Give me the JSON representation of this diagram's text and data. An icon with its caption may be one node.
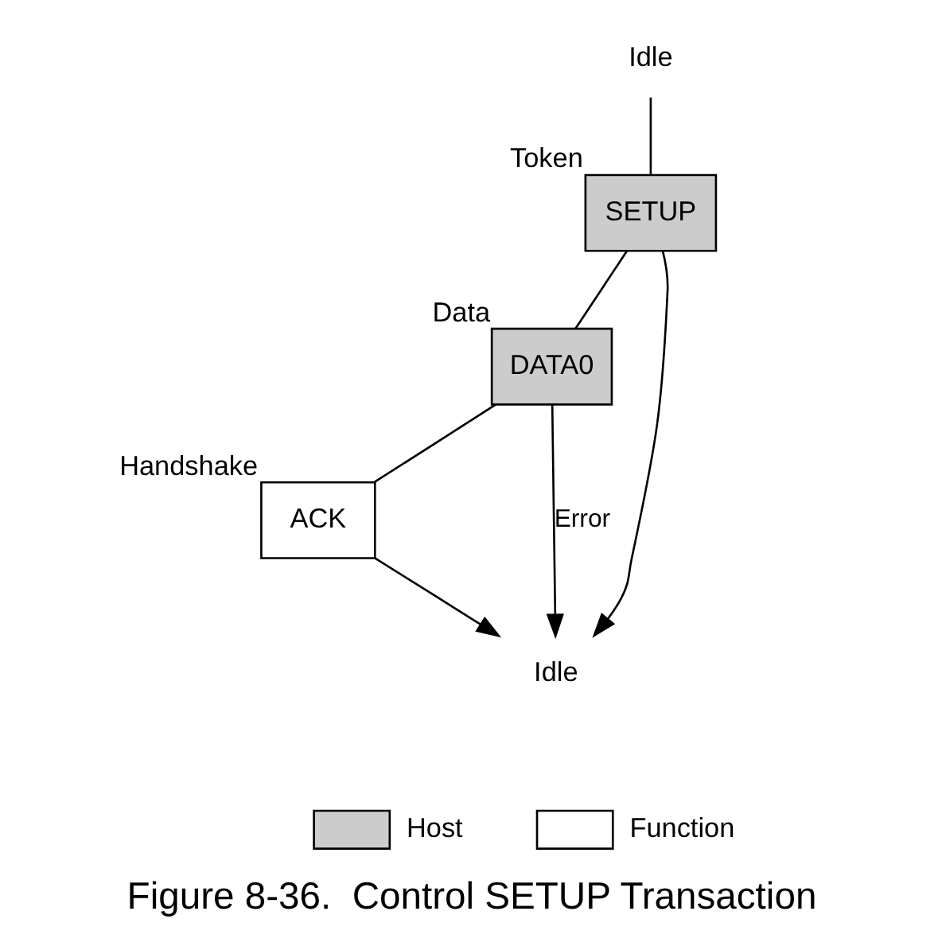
{
  "diagram": {
    "caption": "Figure 8-36.  Control SETUP Transaction",
    "nodes": [
      {
        "text": [
          "Idle"
        ]
      },
      {
        "text": [
          "SETUP"
        ],
        "beside": [
          "Token"
        ]
      },
      {
        "text": [
          "DATA0"
        ],
        "beside": [
          "Data"
        ]
      },
      {
        "text": [
          "ACK"
        ],
        "beside": [
          "Handshake"
        ]
      },
      {
        "text": [
          "Idle"
        ]
      }
    ],
    "edges": [
      {
        "from": 0,
        "to": 1,
        "arrow": "none"
      },
      {
        "from": 1,
        "to": 2,
        "arrow": "none"
      },
      {
        "from": 2,
        "to": 3,
        "arrow": "none"
      },
      {
        "from": 3,
        "to": 4,
        "arrow": "to"
      },
      {
        "from": 1,
        "to": 4,
        "arrow": "to"
      },
      {
        "from": 2,
        "to": 4,
        "arrow": "to",
        "label": "Error"
      }
    ],
    "legend": [
      {
        "text": "Host",
        "color": "#cccccc"
      },
      {
        "text": "Function",
        "color": "#ffffff"
      }
    ]
  }
}
